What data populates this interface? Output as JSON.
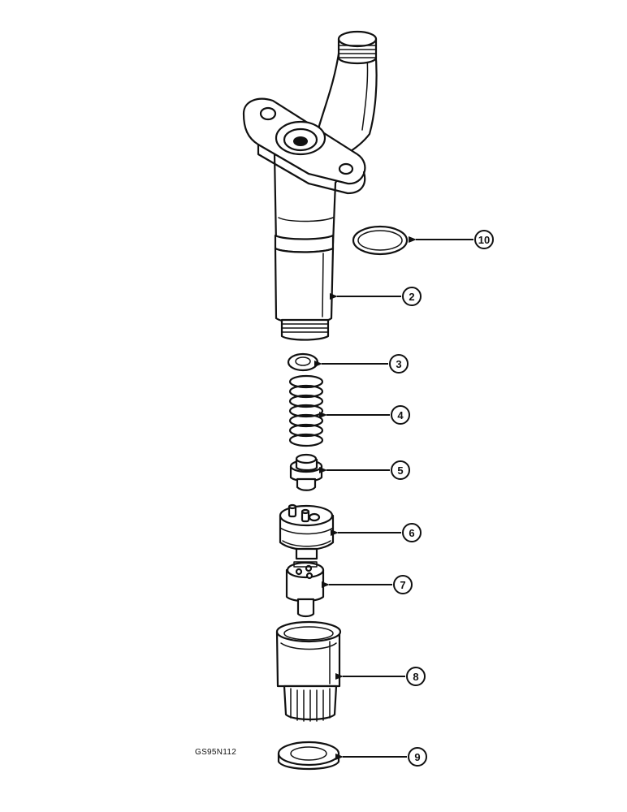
{
  "drawing_code": "GS95N112",
  "callouts": [
    "10",
    "2",
    "3",
    "4",
    "5",
    "6",
    "7",
    "8",
    "9"
  ]
}
